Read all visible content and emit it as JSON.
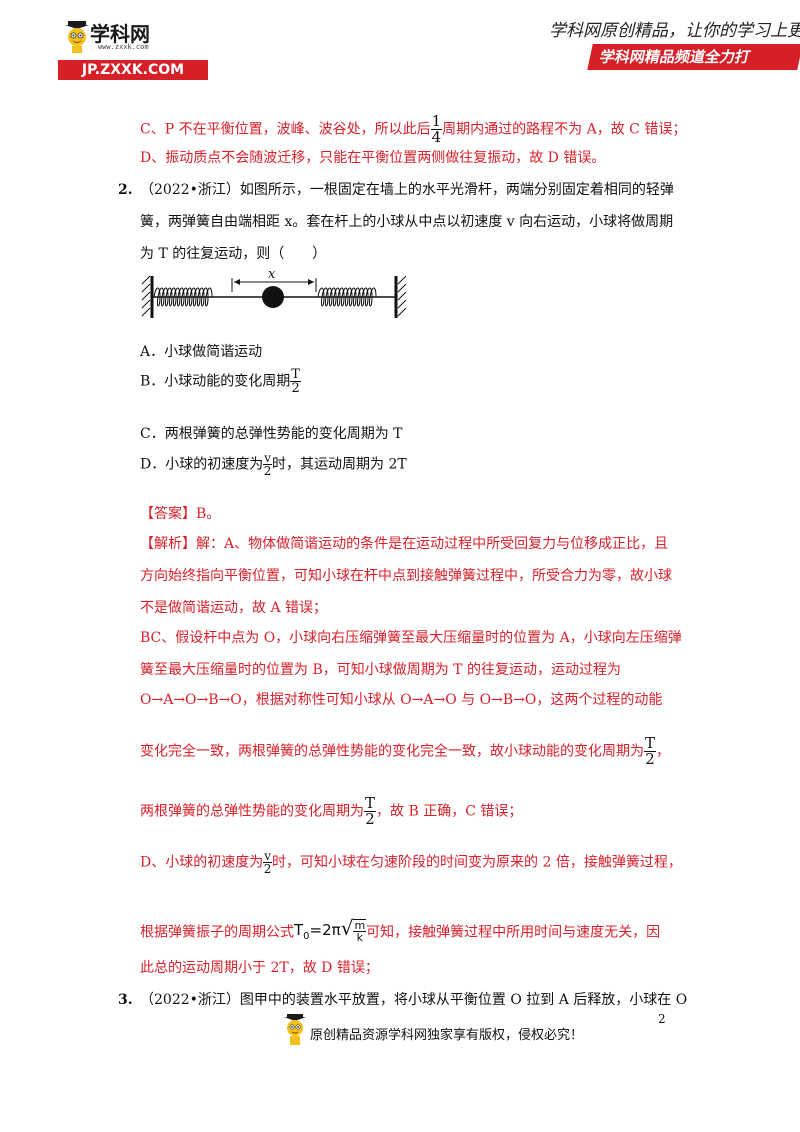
{
  "header": {
    "logo_cn": "学科网",
    "logo_url": "www.zxxk.com",
    "logo_domain": "JP.ZXXK.COM",
    "slogan": "学科网原创精品，让你的学习上更",
    "channel_banner": "学科网精品频道全力打"
  },
  "prev": {
    "c_pre": "C、P 不在平衡位置，波峰、波谷处，所以此后",
    "c_frac_num": "1",
    "c_frac_den": "4",
    "c_post": "周期内通过的路程不为 A，故 C 错误；",
    "d": "D、振动质点不会随波迁移，只能在平衡位置两侧做往复振动，故 D 错误。"
  },
  "q2": {
    "number": "2.",
    "stem_line1": "（2022•浙江）如图所示，一根固定在墙上的水平光滑杆，两端分别固定着相同的轻弹",
    "stem_line2": "簧，两弹簧自由端相距 x。套在杆上的小球从中点以初速度 v 向右运动，小球将做周期",
    "stem_line3": "为 T 的往复运动，则（　　）",
    "figure_label": "x",
    "opt_a": "A．小球做简谐运动",
    "opt_b_pre": "B．小球动能的变化周期",
    "opt_b_num": "T",
    "opt_b_den": "2",
    "opt_c": "C．两根弹簧的总弹性势能的变化周期为 T",
    "opt_d_pre": "D．小球的初速度为",
    "opt_d_num": "v",
    "opt_d_den": "2",
    "opt_d_post": "时，其运动周期为 2T",
    "answer": "【答案】B。",
    "analysis_label": "【解析】",
    "analysis_l1": "解：A、物体做简谐运动的条件是在运动过程中所受回复力与位移成正比，且",
    "analysis_l2": "方向始终指向平衡位置，可知小球在杆中点到接触弹簧过程中，所受合力为零，故小球",
    "analysis_l3": "不是做简谐运动，故 A 错误；",
    "bc_l1": "BC、假设杆中点为 O，小球向右压缩弹簧至最大压缩量时的位置为 A，小球向左压缩弹",
    "bc_l2": "簧至最大压缩量时的位置为 B，可知小球做周期为 T 的往复运动，运动过程为",
    "bc_l3": "O→A→O→B→O，根据对称性可知小球从 O→A→O 与 O→B→O，这两个过程的动能",
    "bc_l4_pre": "变化完全一致，两根弹簧的总弹性势能的变化完全一致，故小球动能的变化周期为",
    "bc_l4_num": "T",
    "bc_l4_den": "2",
    "bc_l4_post": "，",
    "bc_l5_pre": "两根弹簧的总弹性势能的变化周期为",
    "bc_l5_num": "T",
    "bc_l5_den": "2",
    "bc_l5_post": "，故 B 正确，C 错误；",
    "d_l1_pre": "D、小球的初速度为",
    "d_l1_num": "v",
    "d_l1_den": "2",
    "d_l1_post": "时，可知小球在匀速阶段的时间变为原来的 2 倍，接触弹簧过程，",
    "d_l2_pre": "根据弹簧振子的周期公式",
    "d_l2_formula_lhs": "T",
    "d_l2_formula_sub": "0",
    "d_l2_formula_mid": "=2π",
    "d_l2_formula_num": "m",
    "d_l2_formula_den": "k",
    "d_l2_post": "可知，接触弹簧过程中所用时间与速度无关，因",
    "d_l3": "此总的运动周期小于 2T，故 D 错误；"
  },
  "q3": {
    "number": "3.",
    "stem_line1": "（2022•浙江）图甲中的装置水平放置，将小球从平衡位置 O 拉到 A 后释放，小球在 O"
  },
  "footer": {
    "notice": "原创精品资源学科网独家享有版权，侵权必究！",
    "page_number": "2"
  }
}
